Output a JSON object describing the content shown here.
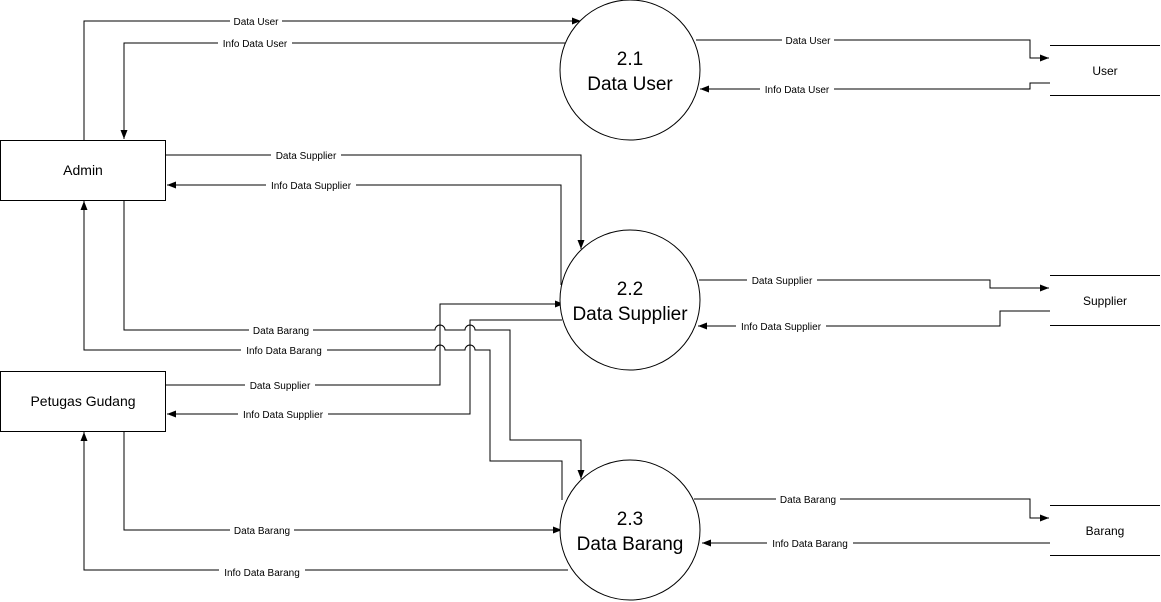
{
  "entities": {
    "admin": "Admin",
    "petugas": "Petugas Gudang"
  },
  "processes": {
    "p21": {
      "number": "2.1",
      "name": "Data User"
    },
    "p22": {
      "number": "2.2",
      "name": "Data Supplier"
    },
    "p23": {
      "number": "2.3",
      "name": "Data Barang"
    }
  },
  "stores": {
    "user": "User",
    "supplier": "Supplier",
    "barang": "Barang"
  },
  "flows": {
    "admin_data_user": "Data User",
    "admin_info_user": "Info Data User",
    "store_data_user": "Data User",
    "store_info_user": "Info Data User",
    "admin_data_supplier": "Data Supplier",
    "admin_info_supplier": "Info Data Supplier",
    "store_data_supplier": "Data Supplier",
    "store_info_supplier": "Info Data Supplier",
    "admin_data_barang": "Data Barang",
    "admin_info_barang": "Info Data Barang",
    "petugas_data_supplier": "Data Supplier",
    "petugas_info_supplier": "Info Data Supplier",
    "store_data_barang": "Data Barang",
    "store_info_barang": "Info Data Barang",
    "petugas_data_barang": "Data Barang",
    "petugas_info_barang": "Info Data Barang"
  }
}
